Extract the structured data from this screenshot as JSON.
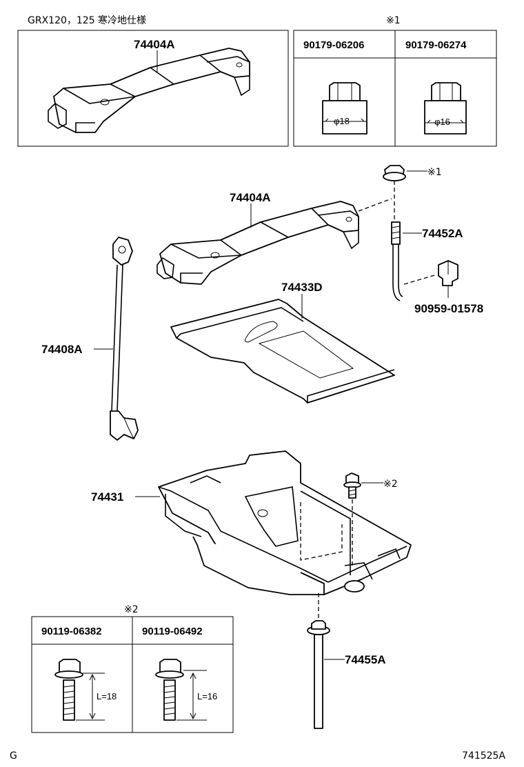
{
  "header": {
    "variant_note": "GRX120，125 寒冷地仕様",
    "footer_left": "G",
    "footer_right": "741525A"
  },
  "parts": {
    "carrier_inset": "74404A",
    "carrier": "74404A",
    "rod_long": "74408A",
    "tray": "74433D",
    "nut_mark": "※1",
    "bolt_j": "74452A",
    "clamp": "90959-01578",
    "battery_box": "74431",
    "bolt_mark": "※2",
    "bolt_long": "74455A"
  },
  "nut_table": {
    "mark": "※1",
    "col1_part": "90179-06206",
    "col1_dim": "φ18",
    "col2_part": "90179-06274",
    "col2_dim": "φ16"
  },
  "bolt_table": {
    "mark": "※2",
    "col1_part": "90119-06382",
    "col1_dim": "L=18",
    "col2_part": "90119-06492",
    "col2_dim": "L=16"
  }
}
